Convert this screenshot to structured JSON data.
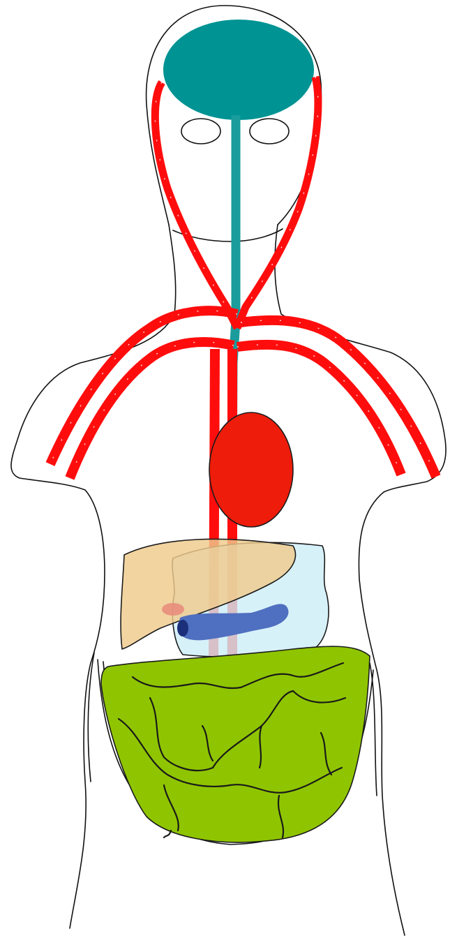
{
  "colors": {
    "background": "#ffffff",
    "outline": "#111111",
    "brain": "#009393",
    "spinal_cord": "#1a9c9c",
    "artery": "#ff0d0d",
    "heart": "#ee1c0a",
    "liver": "#efcb8c",
    "stomach": "#cdeef7",
    "pancreas": "#4f6fc0",
    "gallbladder": "#e8897a",
    "intestines": "#8fc500",
    "intestine_lines": "#1a1a1a"
  },
  "organs": [
    {
      "name": "brain",
      "color_key": "brain"
    },
    {
      "name": "spinal-cord",
      "color_key": "spinal_cord"
    },
    {
      "name": "arteries",
      "color_key": "artery"
    },
    {
      "name": "heart",
      "color_key": "heart"
    },
    {
      "name": "liver",
      "color_key": "liver"
    },
    {
      "name": "stomach",
      "color_key": "stomach"
    },
    {
      "name": "pancreas",
      "color_key": "pancreas"
    },
    {
      "name": "gallbladder",
      "color_key": "gallbladder"
    },
    {
      "name": "intestines",
      "color_key": "intestines"
    }
  ]
}
